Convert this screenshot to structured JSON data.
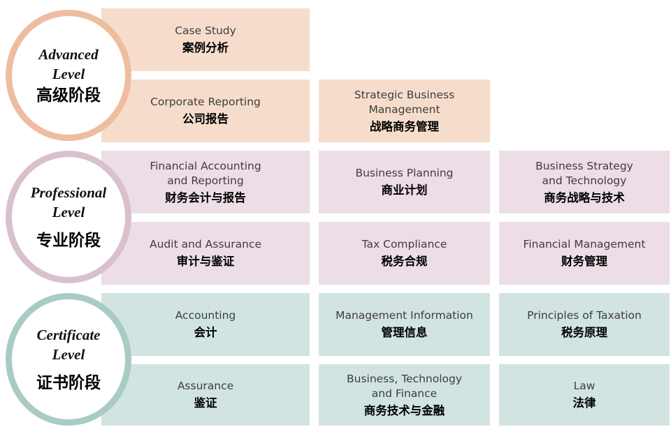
{
  "levels": {
    "advanced": {
      "en": "Advanced\nLevel",
      "zh": "高级阶段",
      "color": "#eebd9f"
    },
    "professional": {
      "en": "Professional\nLevel",
      "zh": "专业阶段",
      "color": "#d9c0cf"
    },
    "certificate": {
      "en": "Certificate\nLevel",
      "zh": "证书阶段",
      "color": "#a8cbc6"
    }
  },
  "modules": {
    "case_study": {
      "en": "Case Study",
      "zh": "案例分析"
    },
    "corporate_reporting": {
      "en": "Corporate Reporting",
      "zh": "公司报告"
    },
    "strategic_business_management": {
      "en": "Strategic Business\nManagement",
      "zh": "战略商务管理"
    },
    "financial_accounting_reporting": {
      "en": "Financial Accounting\nand Reporting",
      "zh": "财务会计与报告"
    },
    "business_planning": {
      "en": "Business Planning",
      "zh": "商业计划"
    },
    "business_strategy_technology": {
      "en": "Business Strategy\nand Technology",
      "zh": "商务战略与技术"
    },
    "audit_assurance": {
      "en": "Audit and Assurance",
      "zh": "审计与鉴证"
    },
    "tax_compliance": {
      "en": "Tax Compliance",
      "zh": "税务合规"
    },
    "financial_management": {
      "en": "Financial Management",
      "zh": "财务管理"
    },
    "accounting": {
      "en": "Accounting",
      "zh": "会计"
    },
    "management_information": {
      "en": "Management Information",
      "zh": "管理信息"
    },
    "principles_taxation": {
      "en": "Principles of Taxation",
      "zh": "税务原理"
    },
    "assurance": {
      "en": "Assurance",
      "zh": "鉴证"
    },
    "business_technology_finance": {
      "en": "Business, Technology\nand Finance",
      "zh": "商务技术与金融"
    },
    "law": {
      "en": "Law",
      "zh": "法律"
    }
  },
  "colors": {
    "advanced_fill": "#f6ddcb",
    "professional_fill": "#ecdde6",
    "certificate_fill": "#d2e4e2"
  }
}
